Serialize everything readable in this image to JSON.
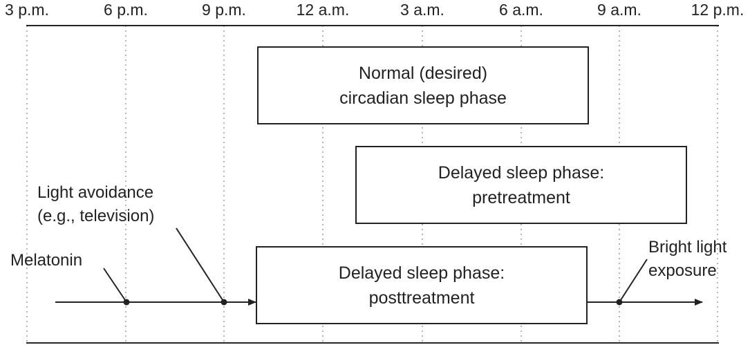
{
  "axis": {
    "ticks": [
      "3 p.m.",
      "6 p.m.",
      "9 p.m.",
      "12 a.m.",
      "3 a.m.",
      "6 a.m.",
      "9 a.m.",
      "12 p.m."
    ]
  },
  "phases": [
    {
      "key": "normal",
      "lines": [
        "Normal (desired)",
        "circadian sleep phase"
      ]
    },
    {
      "key": "pretreatment",
      "lines": [
        "Delayed sleep phase:",
        "pretreatment"
      ]
    },
    {
      "key": "posttreatment",
      "lines": [
        "Delayed sleep phase:",
        "posttreatment"
      ]
    }
  ],
  "annotations": {
    "light_avoidance": [
      "Light avoidance",
      "(e.g., television)"
    ],
    "melatonin": "Melatonin",
    "bright_light": [
      "Bright light",
      "exposure"
    ]
  },
  "colors": {
    "line": "#222222",
    "grid": "#b5b5b5",
    "background": "#ffffff"
  }
}
